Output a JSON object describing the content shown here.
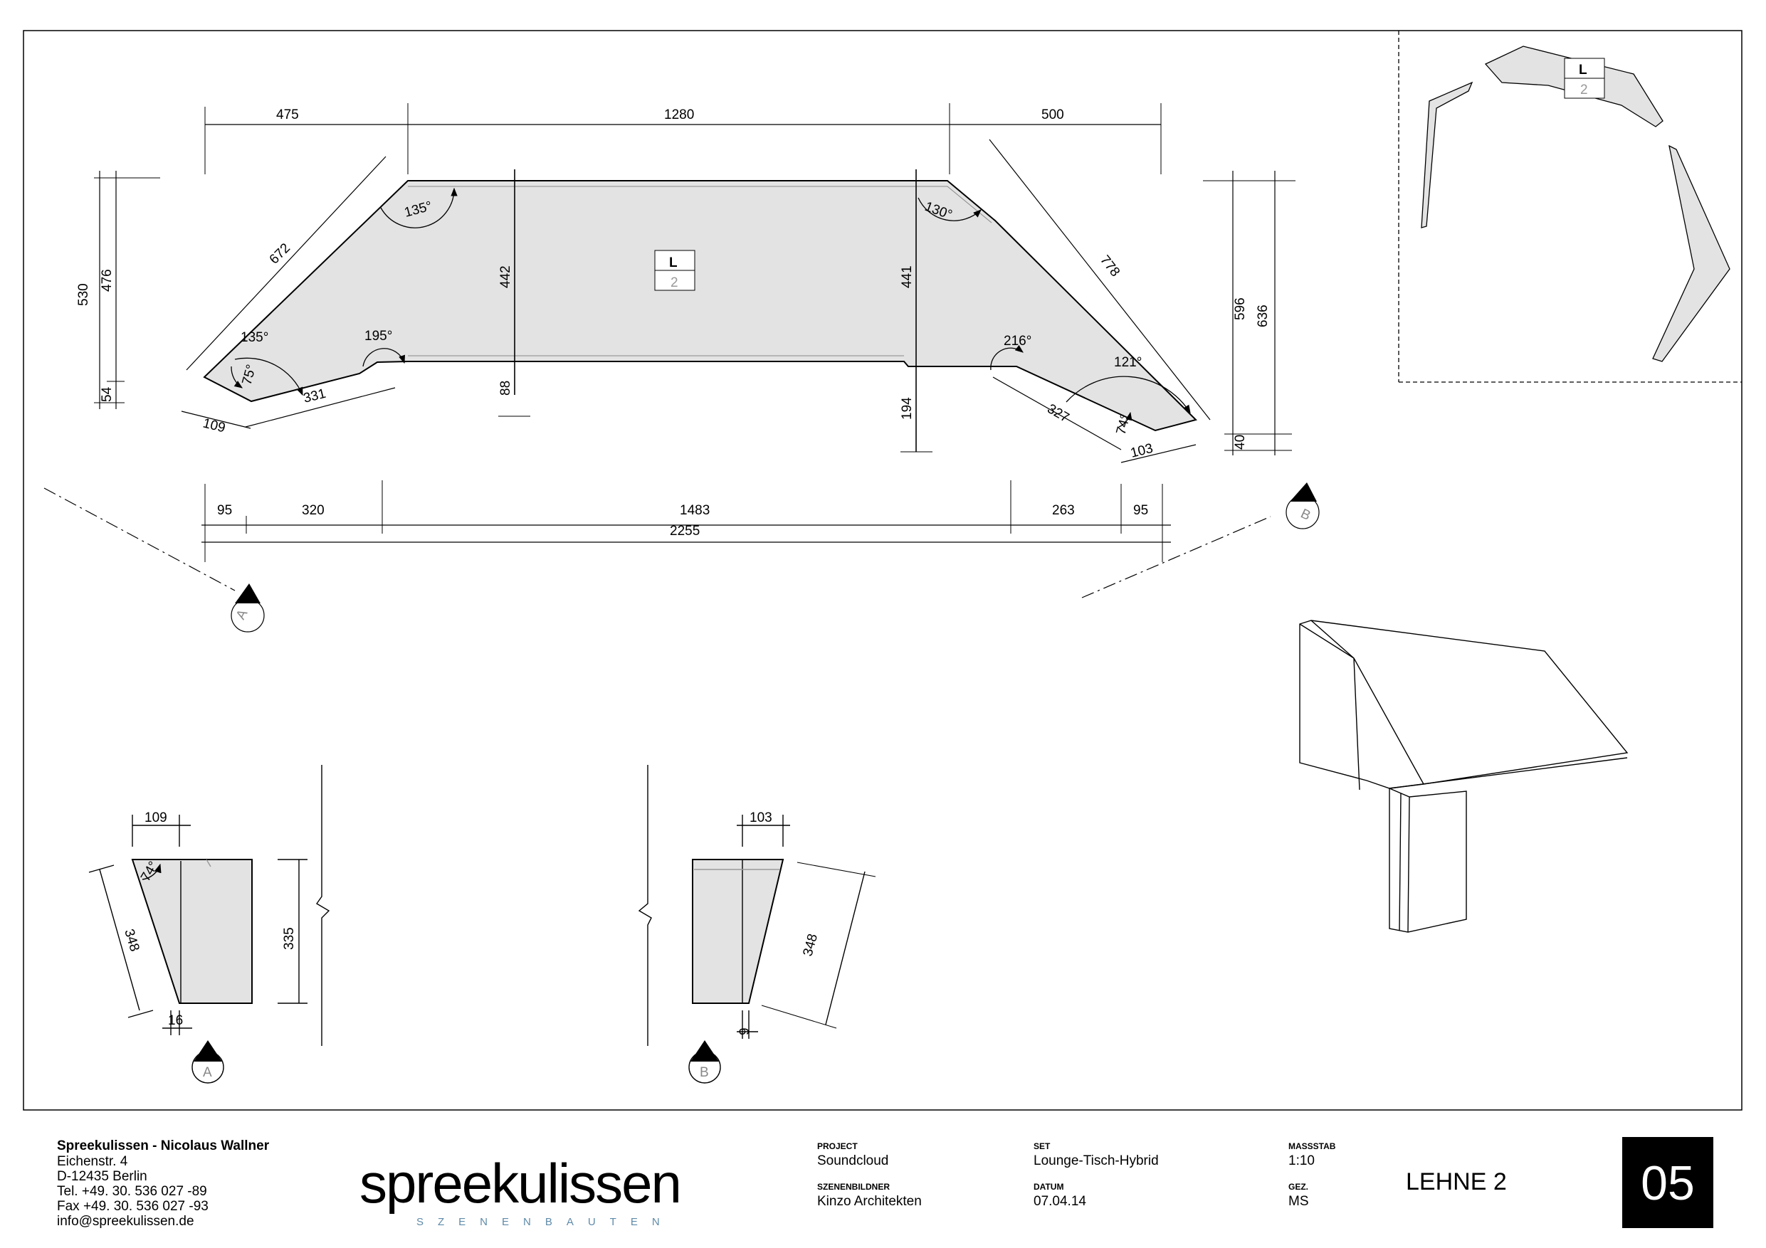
{
  "plan": {
    "dims": [
      "475",
      "1280",
      "500",
      "672",
      "778",
      "530",
      "476",
      "54",
      "596",
      "636",
      "40",
      "442",
      "441",
      "88",
      "194",
      "331",
      "327",
      "109",
      "103",
      "95",
      "320",
      "1483",
      "263",
      "95",
      "2255"
    ],
    "angles": [
      "135°",
      "130°",
      "135°",
      "75°",
      "195°",
      "216°",
      "121°",
      "74°"
    ],
    "part_tag": {
      "top": "L",
      "bottom": "2"
    },
    "section_markers": {
      "a": "A",
      "b": "B"
    }
  },
  "key_plan": {
    "tag_top": "L",
    "tag_bottom": "2"
  },
  "section_a": {
    "dims": [
      "109",
      "348",
      "335",
      "16"
    ],
    "angle": "74°",
    "marker": "A"
  },
  "section_b": {
    "dims": [
      "103",
      "348",
      "9"
    ],
    "marker": "B"
  },
  "title_block": {
    "company": "Spreekulissen - Nicolaus Wallner",
    "address": [
      "Eichenstr. 4",
      "D-12435 Berlin",
      "Tel. +49. 30. 536 027 -89",
      "Fax +49. 30. 536 027 -93",
      "info@spreekulissen.de"
    ],
    "logo_text": "spreekulissen",
    "logo_sub": "SZENENBAUTEN",
    "project_label": "PROJECT",
    "project": "Soundcloud",
    "szenenbildner_label": "SZENENBILDNER",
    "szenenbildner": "Kinzo Architekten",
    "set_label": "SET",
    "set": "Lounge-Tisch-Hybrid",
    "datum_label": "DATUM",
    "datum": "07.04.14",
    "massstab_label": "MASSSTAB",
    "massstab": "1:10",
    "gez_label": "GEZ.",
    "gez": "MS",
    "sheet_title": "LEHNE 2",
    "sheet_number": "05"
  },
  "colors": {
    "fill": "#e3e3e3",
    "line": "#000000",
    "logo_sub": "#5e8aa8"
  }
}
